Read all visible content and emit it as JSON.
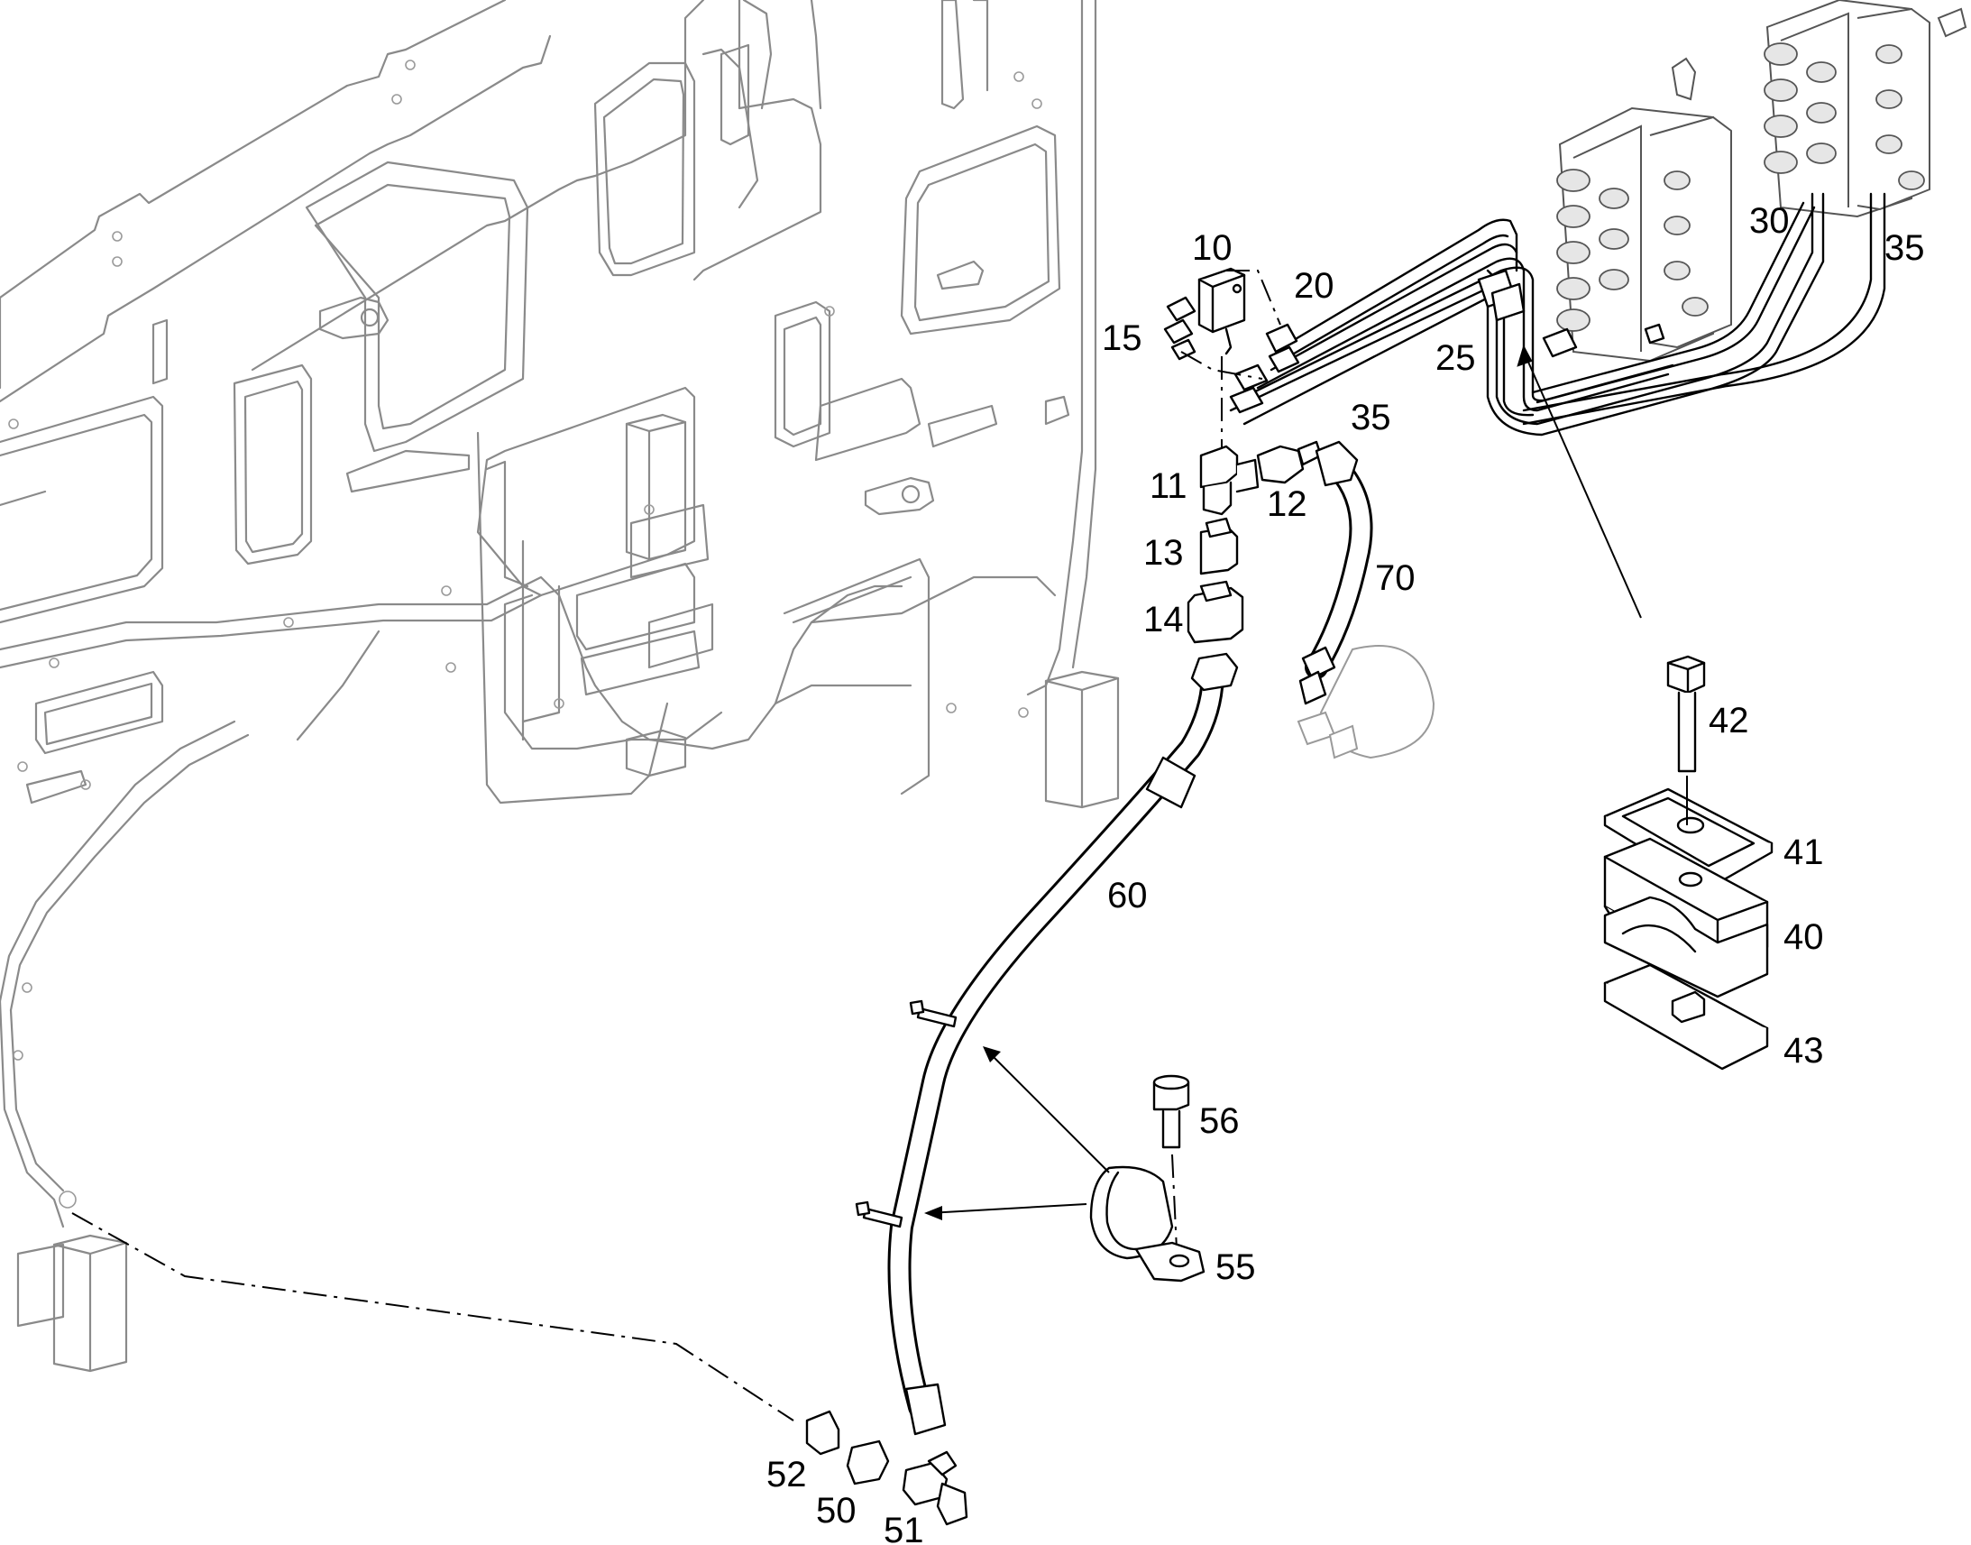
{
  "callouts": [
    {
      "id": "c10",
      "label": "10"
    },
    {
      "id": "c15",
      "label": "15"
    },
    {
      "id": "c20",
      "label": "20"
    },
    {
      "id": "c25",
      "label": "25"
    },
    {
      "id": "c30",
      "label": "30"
    },
    {
      "id": "c35a",
      "label": "35"
    },
    {
      "id": "c35b",
      "label": "35"
    },
    {
      "id": "c11",
      "label": "11"
    },
    {
      "id": "c12",
      "label": "12"
    },
    {
      "id": "c13",
      "label": "13"
    },
    {
      "id": "c14",
      "label": "14"
    },
    {
      "id": "c70",
      "label": "70"
    },
    {
      "id": "c60",
      "label": "60"
    },
    {
      "id": "c42",
      "label": "42"
    },
    {
      "id": "c41",
      "label": "41"
    },
    {
      "id": "c40",
      "label": "40"
    },
    {
      "id": "c43",
      "label": "43"
    },
    {
      "id": "c56",
      "label": "56"
    },
    {
      "id": "c55",
      "label": "55"
    },
    {
      "id": "c52",
      "label": "52"
    },
    {
      "id": "c50",
      "label": "50"
    },
    {
      "id": "c51",
      "label": "51"
    }
  ]
}
